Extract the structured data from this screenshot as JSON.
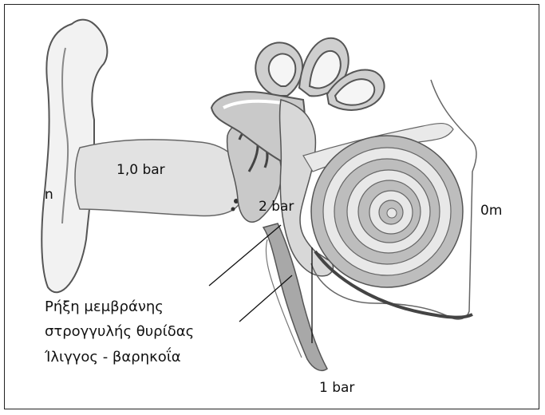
{
  "labels": {
    "outer_left": "n",
    "ear_canal_pressure": "1,0 bar",
    "middle_ear_pressure": "2 bar",
    "inner_right": "0m",
    "eustachian_pressure": "1 bar",
    "caption_line1": "Ρήξη μεμβράνης",
    "caption_line2": "στρογγυλής θυρίδας",
    "caption_line3": "Ίλιγγος - βαρηκοΐα"
  },
  "colors": {
    "stroke": "#555555",
    "tissue": "#c9c9c9",
    "canal": "#e2e2e2",
    "dark_tissue": "#9a9a9a"
  }
}
